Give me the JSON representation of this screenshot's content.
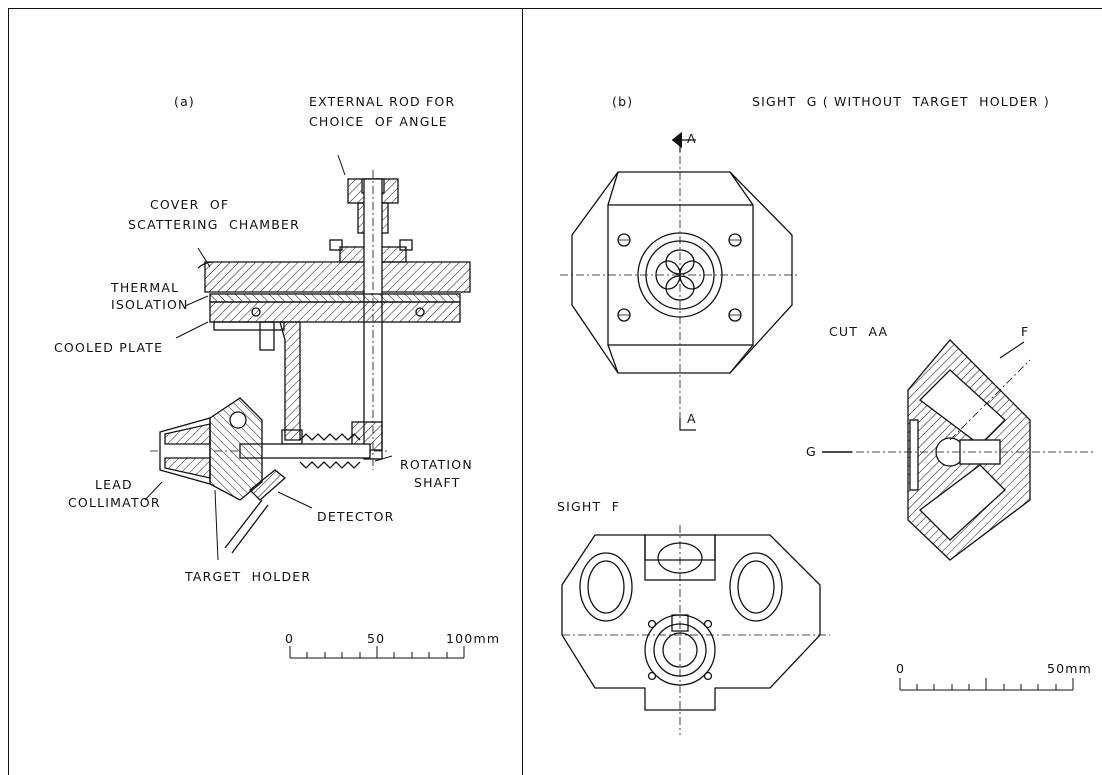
{
  "panel_a": {
    "tag": "(a)",
    "external_rod_1": "EXTERNAL ROD FOR",
    "external_rod_2": "CHOICE  OF ANGLE",
    "cover_1": "COVER  OF",
    "cover_2": "SCATTERING  CHAMBER",
    "thermal_1": "THERMAL",
    "thermal_2": "ISOLATION",
    "cooled_plate": "COOLED PLATE",
    "rotation_1": "ROTATION",
    "rotation_2": "SHAFT",
    "lead_1": "LEAD",
    "lead_2": "COLLIMATOR",
    "detector": "DETECTOR",
    "target_holder": "TARGET  HOLDER",
    "scale": {
      "zero": "0",
      "mid": "50",
      "max": "100mm"
    }
  },
  "panel_b": {
    "tag": "(b)",
    "sight_g": "SIGHT  G ( WITHOUT  TARGET  HOLDER )",
    "cut_top": "A",
    "cut_bottom": "A",
    "cut_aa": "CUT  AA",
    "arrow_f": "F",
    "arrow_g": "G",
    "sight_f": "SIGHT  F",
    "scale": {
      "zero": "0",
      "max": "50mm"
    }
  }
}
